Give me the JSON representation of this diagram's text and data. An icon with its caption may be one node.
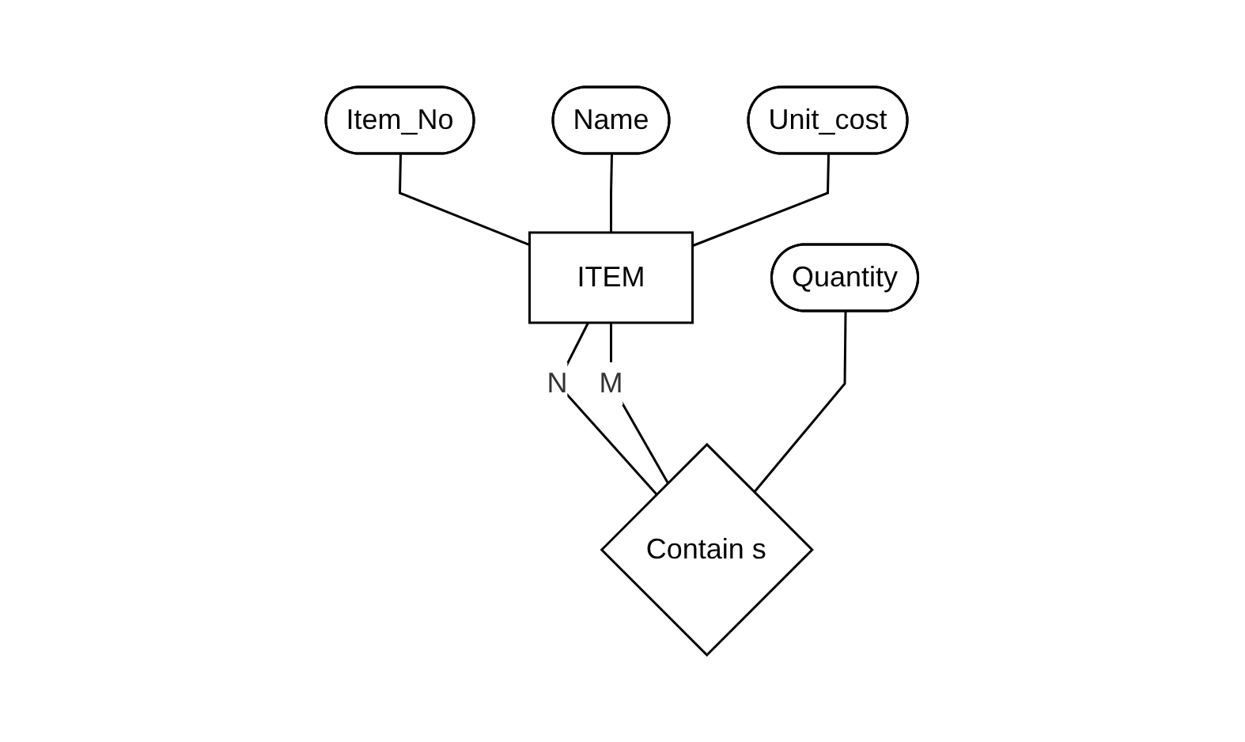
{
  "diagram": {
    "nodes": [
      {
        "text": [
          "Item_No"
        ]
      },
      {
        "text": [
          "Name"
        ]
      },
      {
        "text": [
          "Unit_cost"
        ]
      },
      {
        "text": [
          "ITEM"
        ]
      },
      {
        "text": [
          "Contain s"
        ]
      },
      {
        "text": [
          "Quantity"
        ]
      }
    ],
    "edges": [
      {
        "from": 0,
        "to": 3,
        "arrow": "none"
      },
      {
        "from": 1,
        "to": 3,
        "arrow": "none"
      },
      {
        "from": 2,
        "to": 3,
        "arrow": "none"
      },
      {
        "from": 3,
        "to": 4,
        "arrow": "none",
        "label": "N"
      },
      {
        "from": 3,
        "to": 4,
        "arrow": "none",
        "label": "M"
      },
      {
        "from": 5,
        "to": 4,
        "arrow": "none"
      }
    ]
  }
}
